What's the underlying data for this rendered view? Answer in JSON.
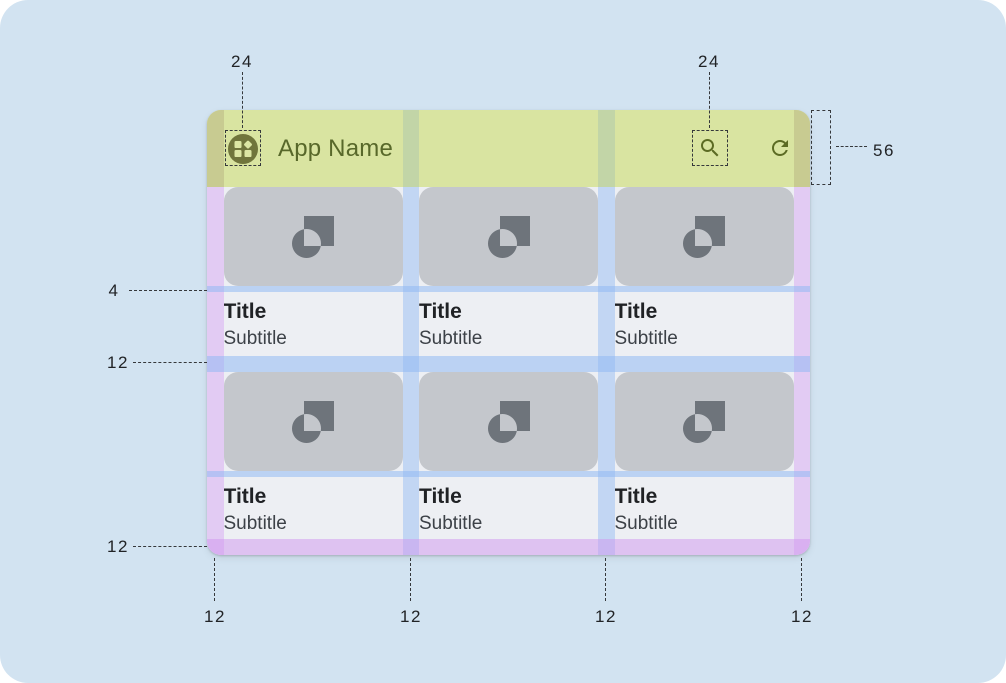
{
  "mockup": {
    "appbar": {
      "title": "App Name",
      "leading_icon": "apps-icon",
      "action_icons": [
        "search-icon",
        "refresh-icon"
      ]
    },
    "cards": [
      {
        "title": "Title",
        "subtitle": "Subtitle"
      },
      {
        "title": "Title",
        "subtitle": "Subtitle"
      },
      {
        "title": "Title",
        "subtitle": "Subtitle"
      },
      {
        "title": "Title",
        "subtitle": "Subtitle"
      },
      {
        "title": "Title",
        "subtitle": "Subtitle"
      },
      {
        "title": "Title",
        "subtitle": "Subtitle"
      }
    ]
  },
  "annotations": {
    "leading_icon_size": "24",
    "action_icon_size": "24",
    "appbar_height": "56",
    "image_text_gap": "4",
    "row_gutter": "12",
    "bottom_margin": "12",
    "column_keylines": [
      "12",
      "12",
      "12",
      "12"
    ]
  },
  "colors": {
    "canvas_bg": "#d2e3f1",
    "page_bg": "#edeff3",
    "appbar_green": "#d9e4a1",
    "margin_overlay_purple": "#e2cbf3",
    "gutter_overlay_blue": "#c2d6f3",
    "margin_over_appbar": "#c8cb91",
    "gutter_over_appbar": "#c2d5a7",
    "card_gray": "#c4c7cc",
    "placeholder_icon_gray": "#6e747b",
    "olive_icon": "#5c6b24",
    "annotation_text": "#212326"
  }
}
